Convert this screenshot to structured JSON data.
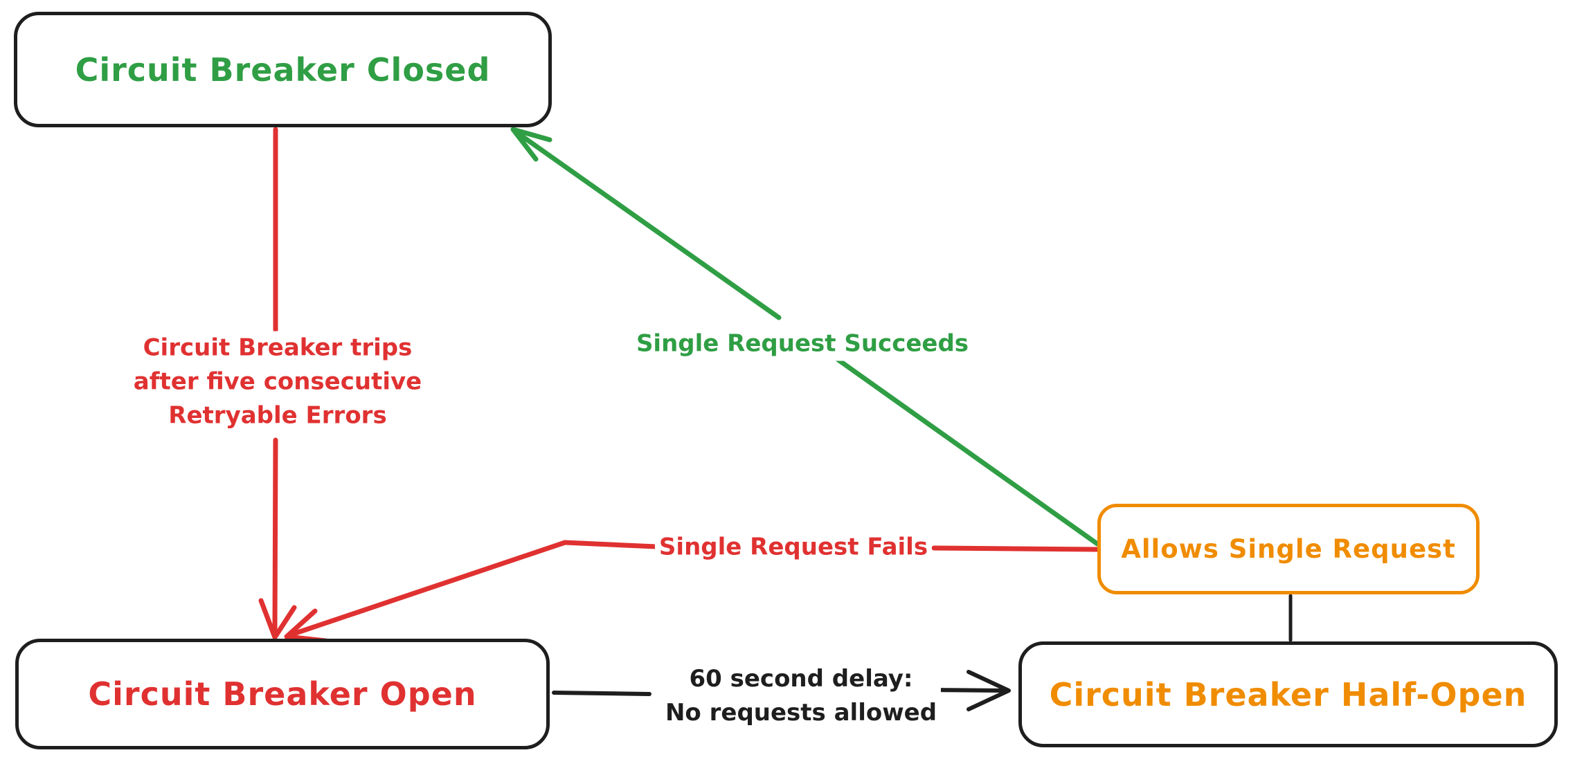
{
  "nodes": {
    "closed": {
      "label": "Circuit Breaker Closed",
      "color": "#2f9e44"
    },
    "open": {
      "label": "Circuit Breaker Open",
      "color": "#e03131"
    },
    "half_open": {
      "label": "Circuit Breaker Half-Open",
      "color": "#f08c00"
    },
    "allows_single_request": {
      "label": "Allows Single Request",
      "color": "#f08c00"
    }
  },
  "edges": {
    "trip": {
      "label": "Circuit Breaker trips\nafter five consecutive\nRetryable Errors",
      "from": "closed",
      "to": "open",
      "color": "#e03131"
    },
    "single_request_succeeds": {
      "label": "Single Request Succeeds",
      "from": "allows_single_request",
      "to": "closed",
      "color": "#2f9e44"
    },
    "single_request_fails": {
      "label": "Single Request Fails",
      "from": "allows_single_request",
      "to": "open",
      "color": "#e03131"
    },
    "delay": {
      "label": "60 second delay:\nNo requests allowed",
      "from": "open",
      "to": "half_open",
      "color": "#1e1e1e"
    },
    "half_open_connector": {
      "label": "",
      "from": "allows_single_request",
      "to": "half_open",
      "color": "#1e1e1e"
    }
  },
  "colors": {
    "green": "#2f9e44",
    "red": "#e03131",
    "orange": "#f08c00",
    "black": "#1e1e1e",
    "background": "#ffffff"
  }
}
